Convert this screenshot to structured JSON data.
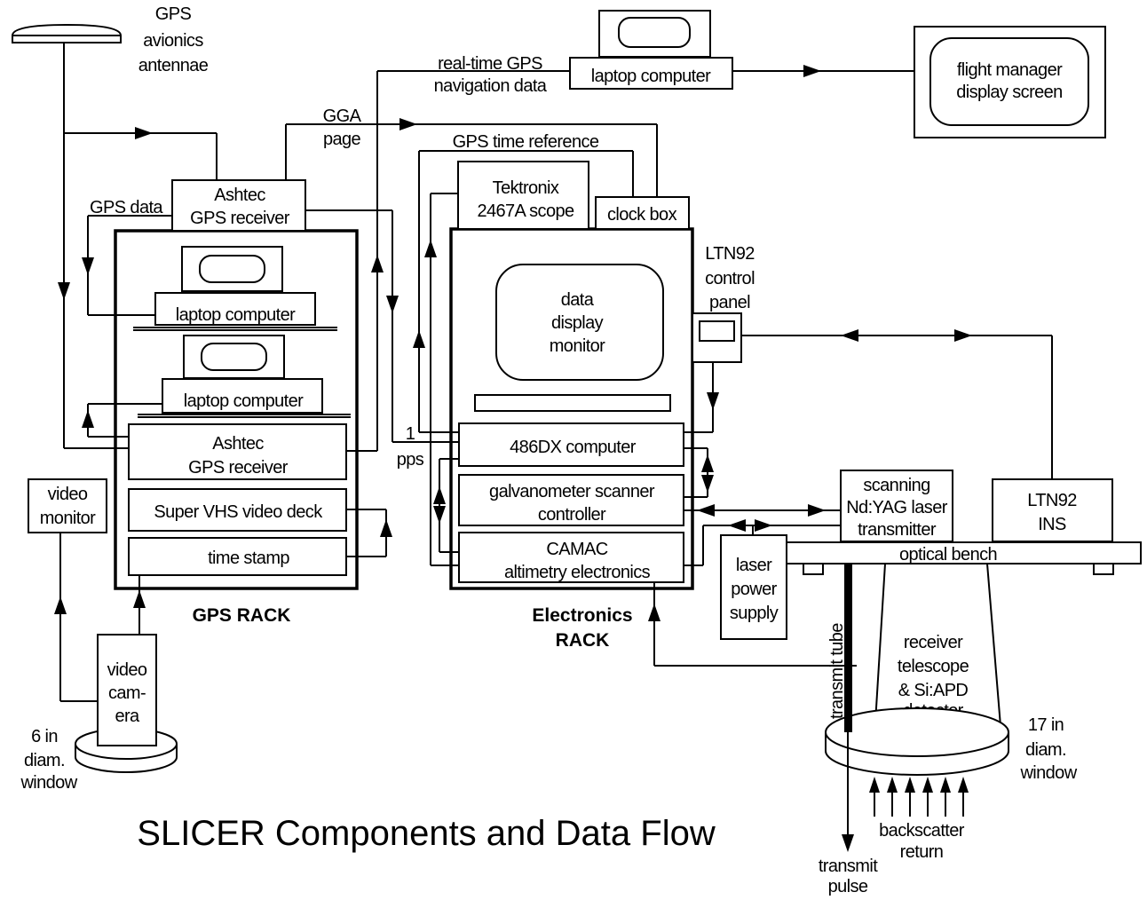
{
  "title": "SLICER Components and Data Flow",
  "antenna": {
    "line1": "GPS",
    "line2": "avionics",
    "line3": "antennae"
  },
  "gps_rack": {
    "label": "GPS RACK",
    "ashtec_top": {
      "line1": "Ashtec",
      "line2": "GPS receiver"
    },
    "laptop1": "laptop computer",
    "laptop2": "laptop computer",
    "ashtec_inner": {
      "line1": "Ashtec",
      "line2": "GPS receiver"
    },
    "vhs_deck": "Super VHS video deck",
    "time_stamp": "time stamp"
  },
  "electronics_rack": {
    "label_line1": "Electronics",
    "label_line2": "RACK",
    "scope": {
      "line1": "Tektronix",
      "line2": "2467A scope"
    },
    "clock_box": "clock box",
    "monitor": {
      "line1": "data",
      "line2": "display",
      "line3": "monitor"
    },
    "computer": "486DX computer",
    "galvo": {
      "line1": "galvanometer scanner",
      "line2": "controller"
    },
    "camac": {
      "line1": "CAMAC",
      "line2": "altimetry electronics"
    }
  },
  "flow_labels": {
    "realtime_line1": "real-time GPS",
    "realtime_line2": "navigation data",
    "gga_line1": "GGA",
    "gga_line2": "page",
    "time_reference": "GPS time reference",
    "gps_data": "GPS data",
    "pps_line1": "1",
    "pps_line2": "pps"
  },
  "laptop_top": "laptop computer",
  "flight_display": {
    "line1": "flight manager",
    "line2": "display screen"
  },
  "ltn_panel": {
    "line1": "LTN92",
    "line2": "control",
    "line3": "panel"
  },
  "laser": {
    "line1": "scanning",
    "line2": "Nd:YAG laser",
    "line3": "transmitter"
  },
  "ins": {
    "line1": "LTN92",
    "line2": "INS"
  },
  "optical_bench": "optical bench",
  "laser_power": {
    "line1": "laser",
    "line2": "power",
    "line3": "supply"
  },
  "transmit_tube": "transmit tube",
  "receiver": {
    "line1": "receiver",
    "line2": "telescope",
    "line3": "& Si:APD",
    "line4": "detector"
  },
  "big_window": {
    "line1": "17 in",
    "line2": "diam.",
    "line3": "window"
  },
  "backscatter": {
    "line1": "backscatter",
    "line2": "return"
  },
  "transmit_pulse": {
    "line1": "transmit",
    "line2": "pulse"
  },
  "video_monitor": {
    "line1": "video",
    "line2": "monitor"
  },
  "video_camera": {
    "line1": "video",
    "line2": "cam-",
    "line3": "era"
  },
  "small_window": {
    "line1": "6 in",
    "line2": "diam.",
    "line3": "window"
  }
}
